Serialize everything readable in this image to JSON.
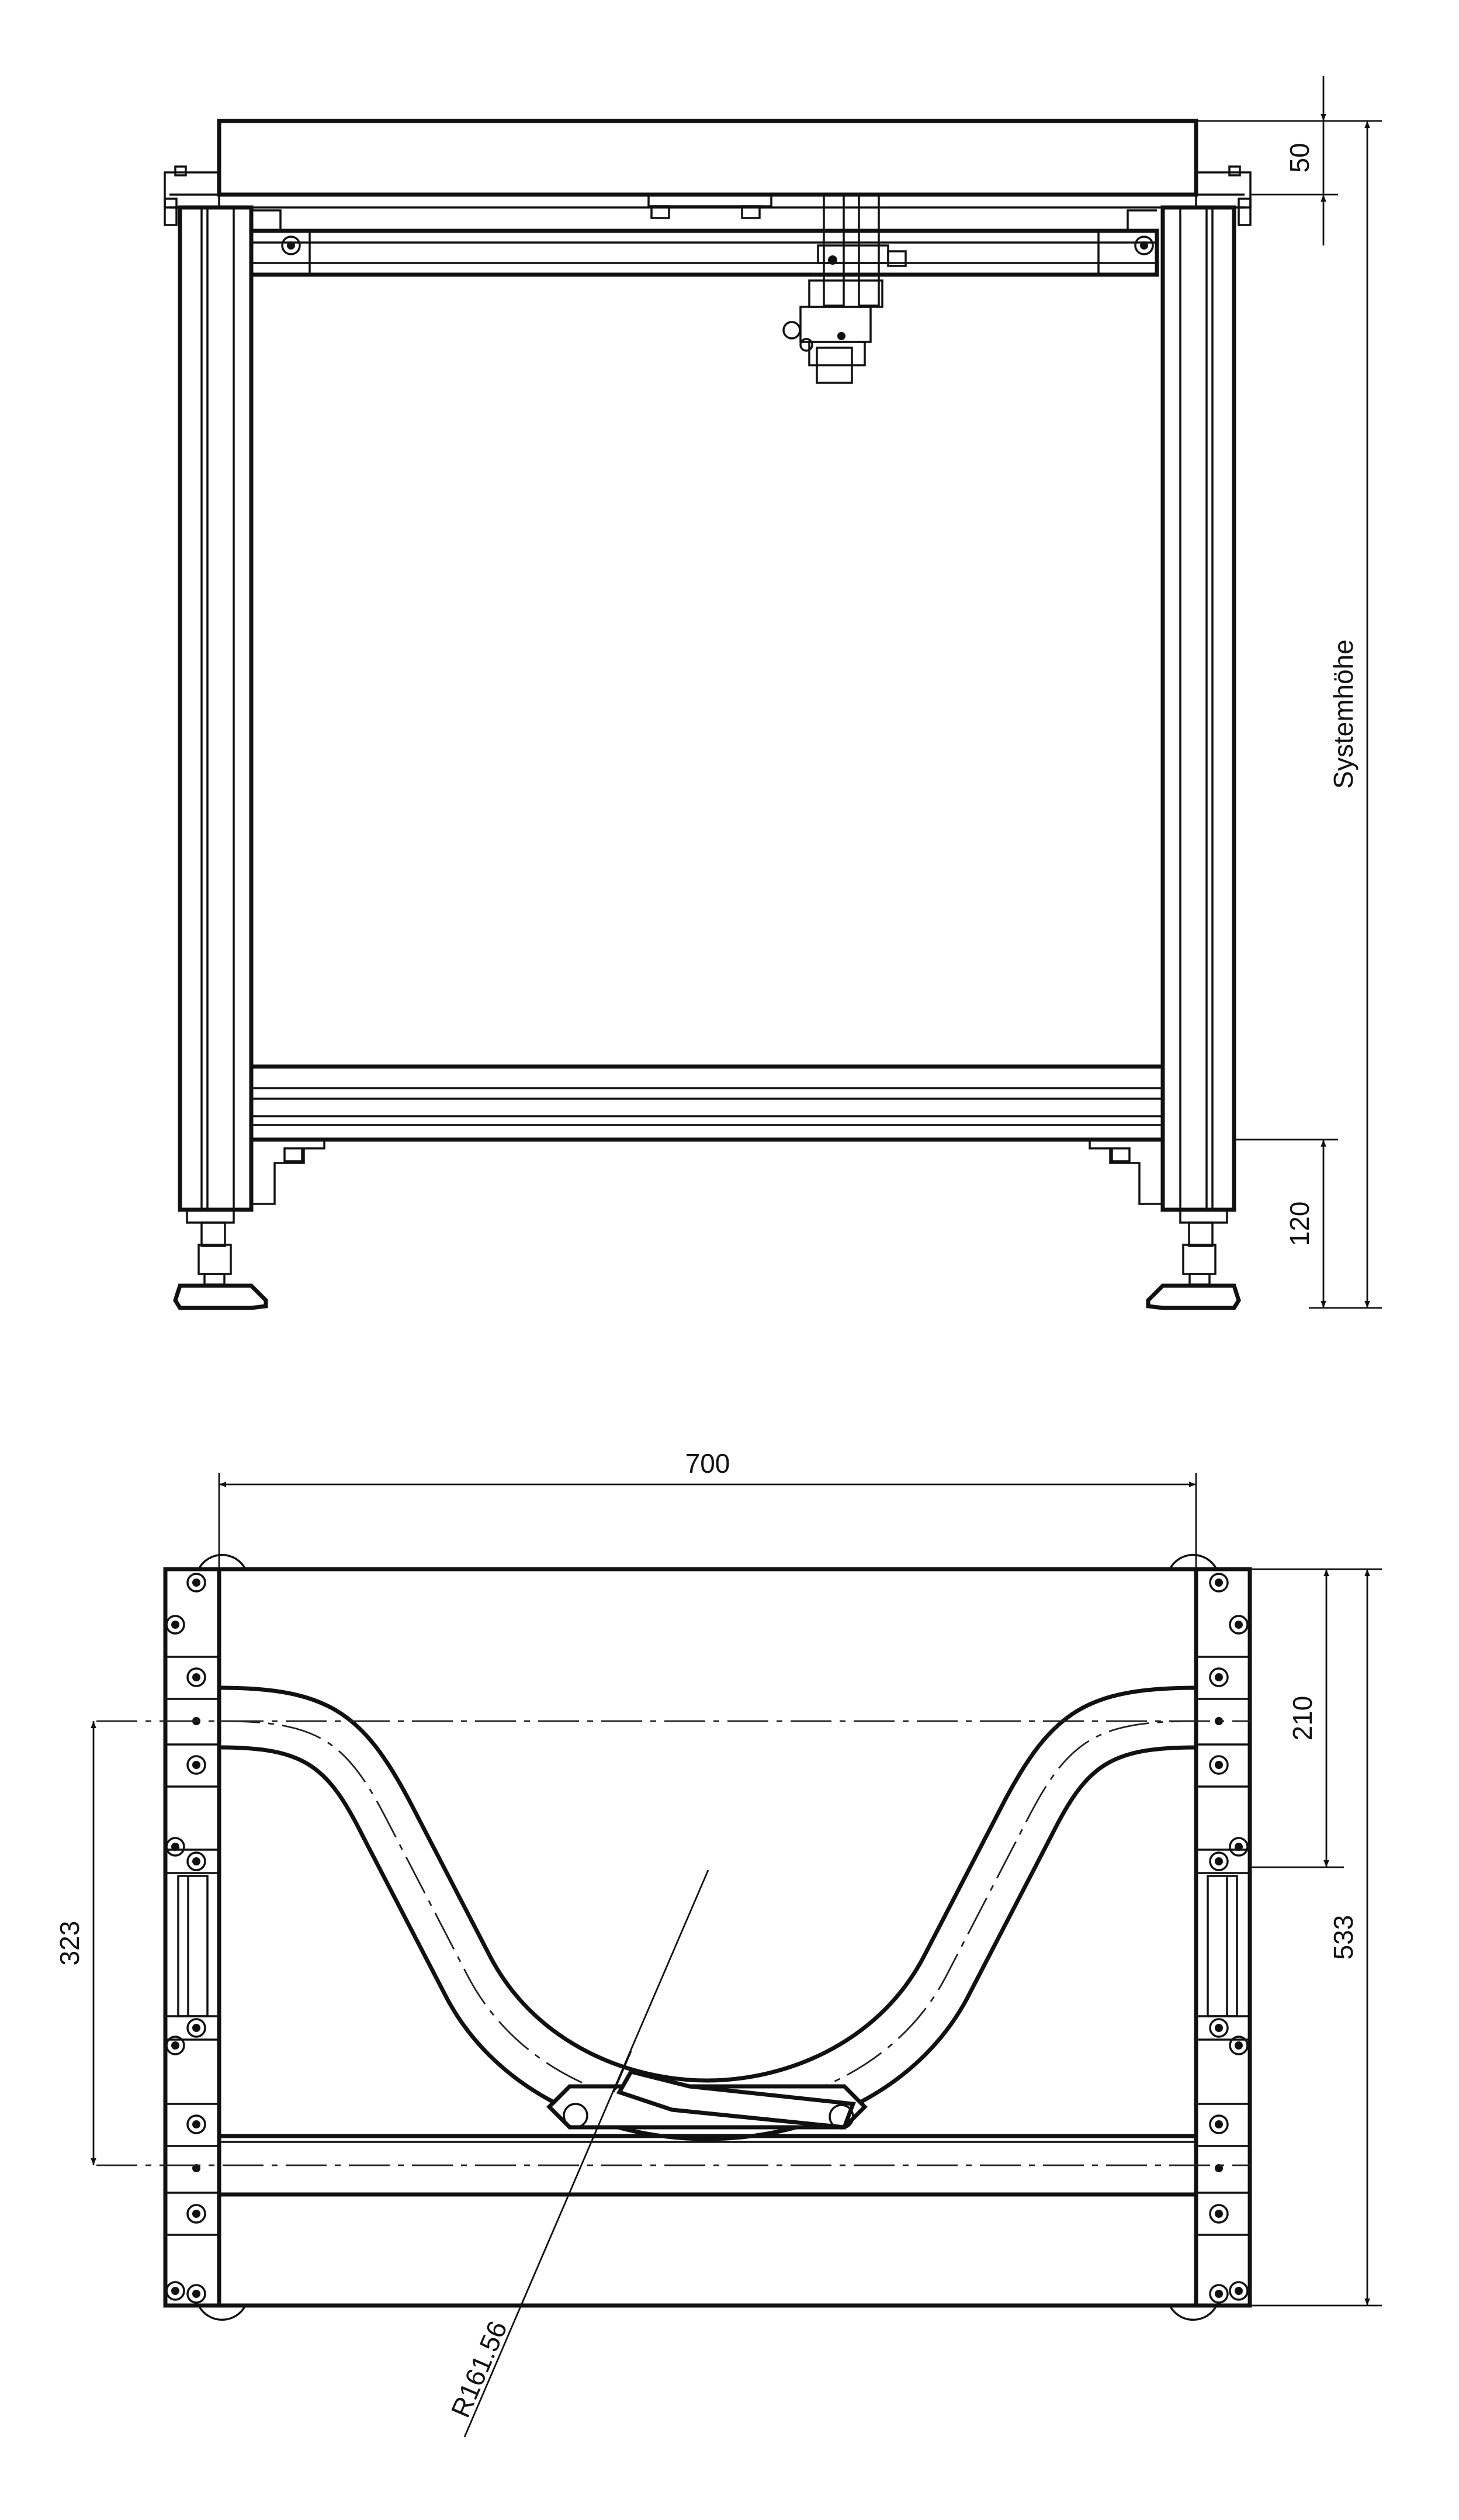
{
  "dimensions": {
    "top_plate_thickness": "50",
    "system_height": "Systemhöhe",
    "foot_height": "120",
    "width": "700",
    "depth": "533",
    "curve_start": "210",
    "curve_span": "323",
    "radius": "R161.56"
  },
  "colors": {
    "line": "#111111",
    "background": "#ffffff"
  }
}
